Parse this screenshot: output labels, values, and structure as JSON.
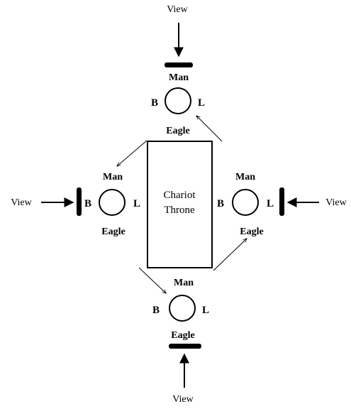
{
  "labels": {
    "view": "View",
    "center_line1": "Chariot",
    "center_line2": "Throne",
    "man": "Man",
    "eagle": "Eagle",
    "b": "B",
    "l": "L"
  },
  "colors": {
    "stroke": "#000000",
    "background": "#ffffff"
  }
}
